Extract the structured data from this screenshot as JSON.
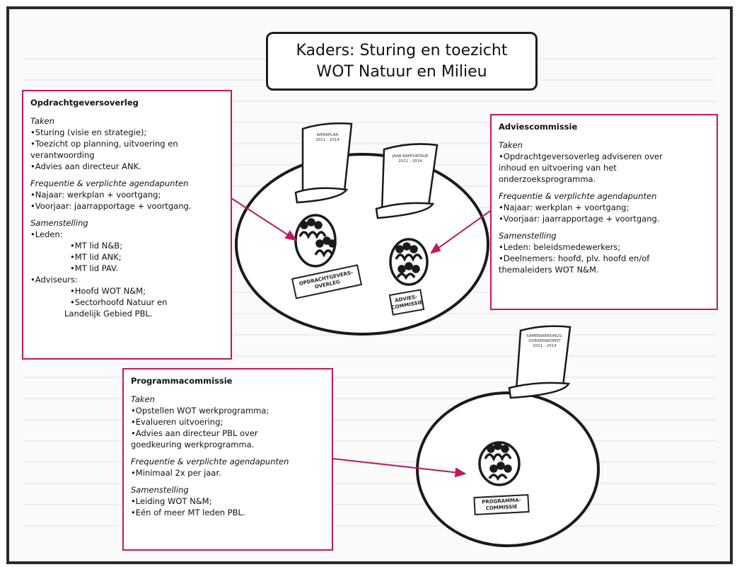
{
  "title": {
    "line1": "Kaders: Sturing en toezicht",
    "line2": "WOT Natuur en Milieu"
  },
  "opdrachtgeversoverleg": {
    "heading": "Opdrachtgeversoverleg",
    "taken_label": "Taken",
    "taken": [
      "•Sturing (visie en strategie);",
      "•Toezicht op planning, uitvoering en",
      "verantwoording",
      "•Advies aan directeur ANK."
    ],
    "freq_label": "Frequentie & verplichte agendapunten",
    "freq": [
      "•Najaar: werkplan + voortgang;",
      "•Voorjaar: jaarrapportage + voortgang."
    ],
    "samen_label": "Samenstelling",
    "leden_label": "•Leden:",
    "leden": [
      "•MT lid N&B;",
      "•MT lid ANK;",
      "•MT lid PAV."
    ],
    "adviseurs_label": "•Adviseurs:",
    "adviseurs": [
      "•Hoofd WOT N&M;",
      "•Sectorhoofd Natuur en",
      "Landelijk Gebied PBL."
    ]
  },
  "adviescommissie": {
    "heading": "Adviescommissie",
    "taken_label": "Taken",
    "taken": [
      "•Opdrachtgeversoverleg adviseren over",
      "inhoud en uitvoering van het",
      "onderzoeksprogramma."
    ],
    "freq_label": "Frequentie & verplichte agendapunten",
    "freq": [
      "•Najaar: werkplan + voortgang;",
      "•Voorjaar: jaarrapportage + voortgang."
    ],
    "samen_label": "Samenstelling",
    "samen": [
      "•Leden: beleidsmedewerkers;",
      "•Deelnemers: hoofd, plv. hoofd en/of",
      "themaleiders WOT N&M."
    ]
  },
  "programmacommissie": {
    "heading": "Programmacommissie",
    "taken_label": "Taken",
    "taken": [
      "•Opstellen WOT werkprogramma;",
      "•Evalueren uitvoering;",
      "•Advies aan directeur PBL over",
      "goedkeuring werkprogramma."
    ],
    "freq_label": "Frequentie & verplichte agendapunten",
    "freq": [
      "•Minimaal 2x per jaar."
    ],
    "samen_label": "Samenstelling",
    "samen": [
      "•Leiding WOT N&M;",
      "•Eén of meer MT leden PBL."
    ]
  },
  "drawing": {
    "stamp_opdracht": "OPDRACHTGEVERS-OVERLEG",
    "stamp_advies": "ADVIES-COMMISSIE",
    "stamp_programma": "PROGRAMMA-COMMISSIE",
    "scroll_left": [
      "WERKPLAN",
      "2011 - 2014"
    ],
    "scroll_mid": [
      "JAAR-RAPPORTAGE",
      "2011 - 2014"
    ],
    "scroll_right": [
      "SAMENWERKINGS-OVEREENKOMST",
      "2011 - 2014"
    ]
  },
  "colors": {
    "accent": "#c2185b",
    "ink": "#1e1e1e"
  }
}
